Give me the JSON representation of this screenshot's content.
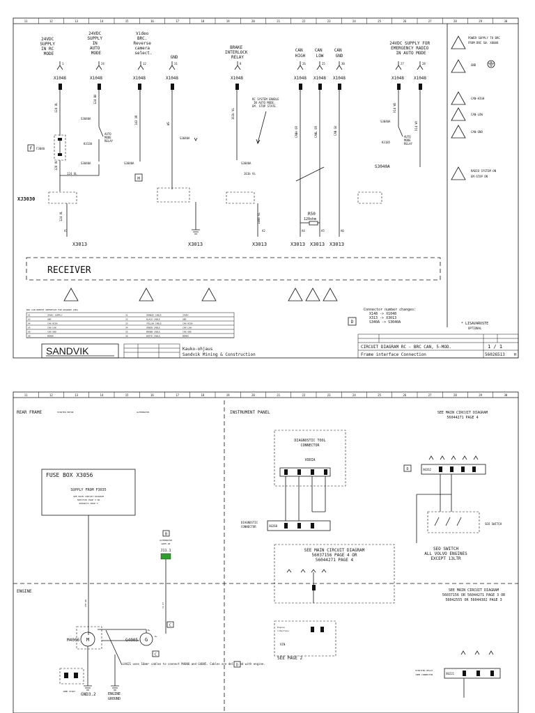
{
  "sheet1": {
    "grid_numbers": [
      "11",
      "12",
      "13",
      "14",
      "15",
      "16",
      "17",
      "18",
      "19",
      "20",
      "21",
      "22",
      "23",
      "24",
      "25",
      "26",
      "27",
      "28",
      "29",
      "30"
    ],
    "columns": [
      {
        "head": [
          "24VDC",
          "SUPPLY",
          "IN RC",
          "MODE"
        ],
        "pin": "1",
        "conn": "X1048",
        "conn_pin": "1"
      },
      {
        "head": [
          "24VDC",
          "SUPPLY",
          "IN",
          "AUTO",
          "MODE"
        ],
        "pin": "24",
        "conn": "X1048",
        "conn_pin": "24"
      },
      {
        "head": [
          "Video",
          "BRC.",
          "Reverse",
          "camera",
          "select."
        ],
        "pin": "12",
        "conn": "X1048",
        "conn_pin": "12"
      },
      {
        "head": [
          "GND"
        ],
        "pin": "31",
        "conn": "X1048",
        "conn_pin": "31"
      },
      {
        "head": [
          "BRAKE",
          "INTERLOCK",
          "RELAY"
        ],
        "pin": "8",
        "conn": "X1048",
        "conn_pin": "8"
      },
      {
        "head": [
          "CAN",
          "HIGH"
        ],
        "pin": "26",
        "conn": "X1048",
        "conn_pin": "26"
      },
      {
        "head": [
          "CAN",
          "LOW"
        ],
        "pin": "25",
        "conn": "X1048",
        "conn_pin": "25"
      },
      {
        "head": [
          "CAN",
          "GND"
        ],
        "pin": "30",
        "conn": "X1048",
        "conn_pin": "30"
      },
      {
        "head": [
          "24VDC SUPPLY FOR",
          "EMERGENCY RADIO",
          "IN AUTO MODE"
        ],
        "pin": "27",
        "conn": "X1048",
        "conn_pin": "27"
      },
      {
        "head": [],
        "pin": "28",
        "conn": "X1048",
        "conn_pin": "28"
      }
    ],
    "wire_labels": [
      "124 VL",
      "124 BU",
      "143 OR",
      "WS",
      "161b VL",
      "CANH OR",
      "CANL OR",
      "CAN GU",
      "X14 WS",
      "X14 WY",
      "128 VL",
      "124 VL",
      "124 VL",
      "161b VL",
      "148b VL"
    ],
    "relays": {
      "s3040a": "S3040A",
      "s3040a_top": "S3040A",
      "k3130": "K3130",
      "auto_mode_relay": [
        "AUTO",
        "MODE",
        "RELAY"
      ],
      "k3185": "K3185",
      "s3040a_r1": "S3040A",
      "s3040a_r2": "S3040A",
      "s3040a_mid": "S3040A",
      "s3040a_b": "S3040A"
    },
    "f_label": "F",
    "fuse": "F3040",
    "h_label": "H",
    "rc_note": [
      "RC SYSTEM ENABLE",
      "IN AUTO MODE.",
      "EM. STOP STATE."
    ],
    "xj3030": "XJ3030",
    "x3013": "X3013",
    "resistor": {
      "name": "R50",
      "value": "120ohm"
    },
    "term_labels": [
      "A1",
      "A4",
      "A5",
      "A6",
      "A2"
    ],
    "receiver": "RECEIVER",
    "legend": [
      "POWER SUPPLY TO BRC",
      "FROM BRC SW. X0008",
      "GND",
      "CAN-HIGH",
      "CAN-LOW",
      "CAN-GND",
      "RADIO SYSTEM ON",
      "EM-STOP ON"
    ],
    "connector_changes": [
      "Connector number changes:",
      "X148 -> X1048",
      "X313 -> X3013",
      "S340A -> S3040A"
    ],
    "d_label": "D",
    "lisavaruste": [
      "* LISAVARUSTE",
      "OPTIONAL"
    ],
    "table_title": "BRC CAN REMOTE INTERFACE FOR UPGRADE LHDs",
    "table_rows": [
      [
        "A1",
        "24VDC SUPPLY",
        "",
        "31",
        "ORANGE CABLE",
        "24VDC"
      ],
      [
        "A2",
        "GND",
        "",
        "32",
        "BLACK CABLE",
        "GND"
      ],
      [
        "A4",
        "CAN HIGH",
        "",
        "33",
        "YELLOW CABLE",
        "CAN HIGH"
      ],
      [
        "A5",
        "CAN LOW",
        "",
        "34",
        "GREEN CABLE",
        "CAN LOW"
      ],
      [
        "A6",
        "CAN GND",
        "",
        "35",
        "BROWN CABLE",
        "CAN GND"
      ],
      [
        "A8",
        "BRAKE",
        "",
        "36",
        "WHITE CABLE",
        "BRAKE"
      ]
    ],
    "title_block": {
      "logo": "SANDVIK",
      "company1": "Kauko-ohjaus",
      "company2": "Sandvik Mining & Construction",
      "title1": "CIRCUIT DIAGRAM RC - BRC CAN, 5-MOD.",
      "title2": "Frame interface Connection",
      "page": "1 / 1",
      "doc_no": "56026513",
      "rev": "H"
    }
  },
  "sheet2": {
    "grid_numbers": [
      "11",
      "12",
      "13",
      "14",
      "15",
      "16",
      "17",
      "18",
      "19",
      "20",
      "21",
      "22",
      "23",
      "24",
      "25",
      "26",
      "27",
      "28",
      "29",
      "30"
    ],
    "rear_frame": "REAR FRAME",
    "starter_motor": "STARTER MOTOR",
    "alternator": "ALTERNATOR",
    "instrument_panel": "INSTRUMENT PANEL",
    "engine": "ENGINE",
    "fuse_box_title": "FUSE BOX X3056",
    "fuse_box_sub": "SUPPLY FROM F3035",
    "fuse_box_note": [
      "SEE MAIN CIRCUIT DIAGRAM",
      "56037156 PAGE 3 OR",
      "56044271 PAGE 3"
    ],
    "diag_tool": [
      "DIAGNOSTIC TOOL",
      "CONNECTOR"
    ],
    "vodia": "VODIA",
    "diag_connector": [
      "DIAGNOSTIC",
      "CONNECTOR"
    ],
    "x0260": "X0260",
    "see_main_top": [
      "SEE MAIN CIRCUIT DIAGRAM",
      "56044271 PAGE 4"
    ],
    "x0262": "X0262",
    "d_label": "D",
    "seo_switch": "SEO SWITCH",
    "seo_note": [
      "SEO SWITCH",
      "ALL VOLVO ENGINES",
      "EXCEPT 13LTR"
    ],
    "see_main_mid": [
      "SEE MAIN CIRCUIT DIAGRAM",
      "56037156 PAGE 4 OR",
      "56044271 PAGE 4"
    ],
    "alt_label": [
      "ALTERNATOR",
      "WAKE-UP"
    ],
    "j11": "J11.1",
    "c_label": "C",
    "see_main_right": [
      "SEE MAIN CIRCUIT DIAGRAM",
      "56037156 OR 56044271 PAGE 3 OR",
      "56042555 OR 56044302 PAGE 3"
    ],
    "m4006": "M4006",
    "g4005": "G4005",
    "lh_note": "LH421 uses 16mm² cables to connect M4006 and G4005. Cables are delivered with engine.",
    "c_label2": "C",
    "d_label2": "D",
    "engine_interface": [
      "Engine",
      "interface"
    ],
    "vin": "VIN",
    "see_page2": "SEE PAGE 2",
    "x0221": "X0221",
    "starting_relay": [
      "STARTING RELAY",
      "JUMP CONNECTOR"
    ],
    "jump_start": "JUMP START",
    "gnd32": "GND3.2",
    "engine_ground": [
      "ENGINE",
      "GROUND"
    ],
    "b_plus": "B+",
    "d_plus": "D+",
    "wire_235": "235 RD",
    "wire_11": "11 GY",
    "wire_b": "B",
    "b_label": "B"
  }
}
